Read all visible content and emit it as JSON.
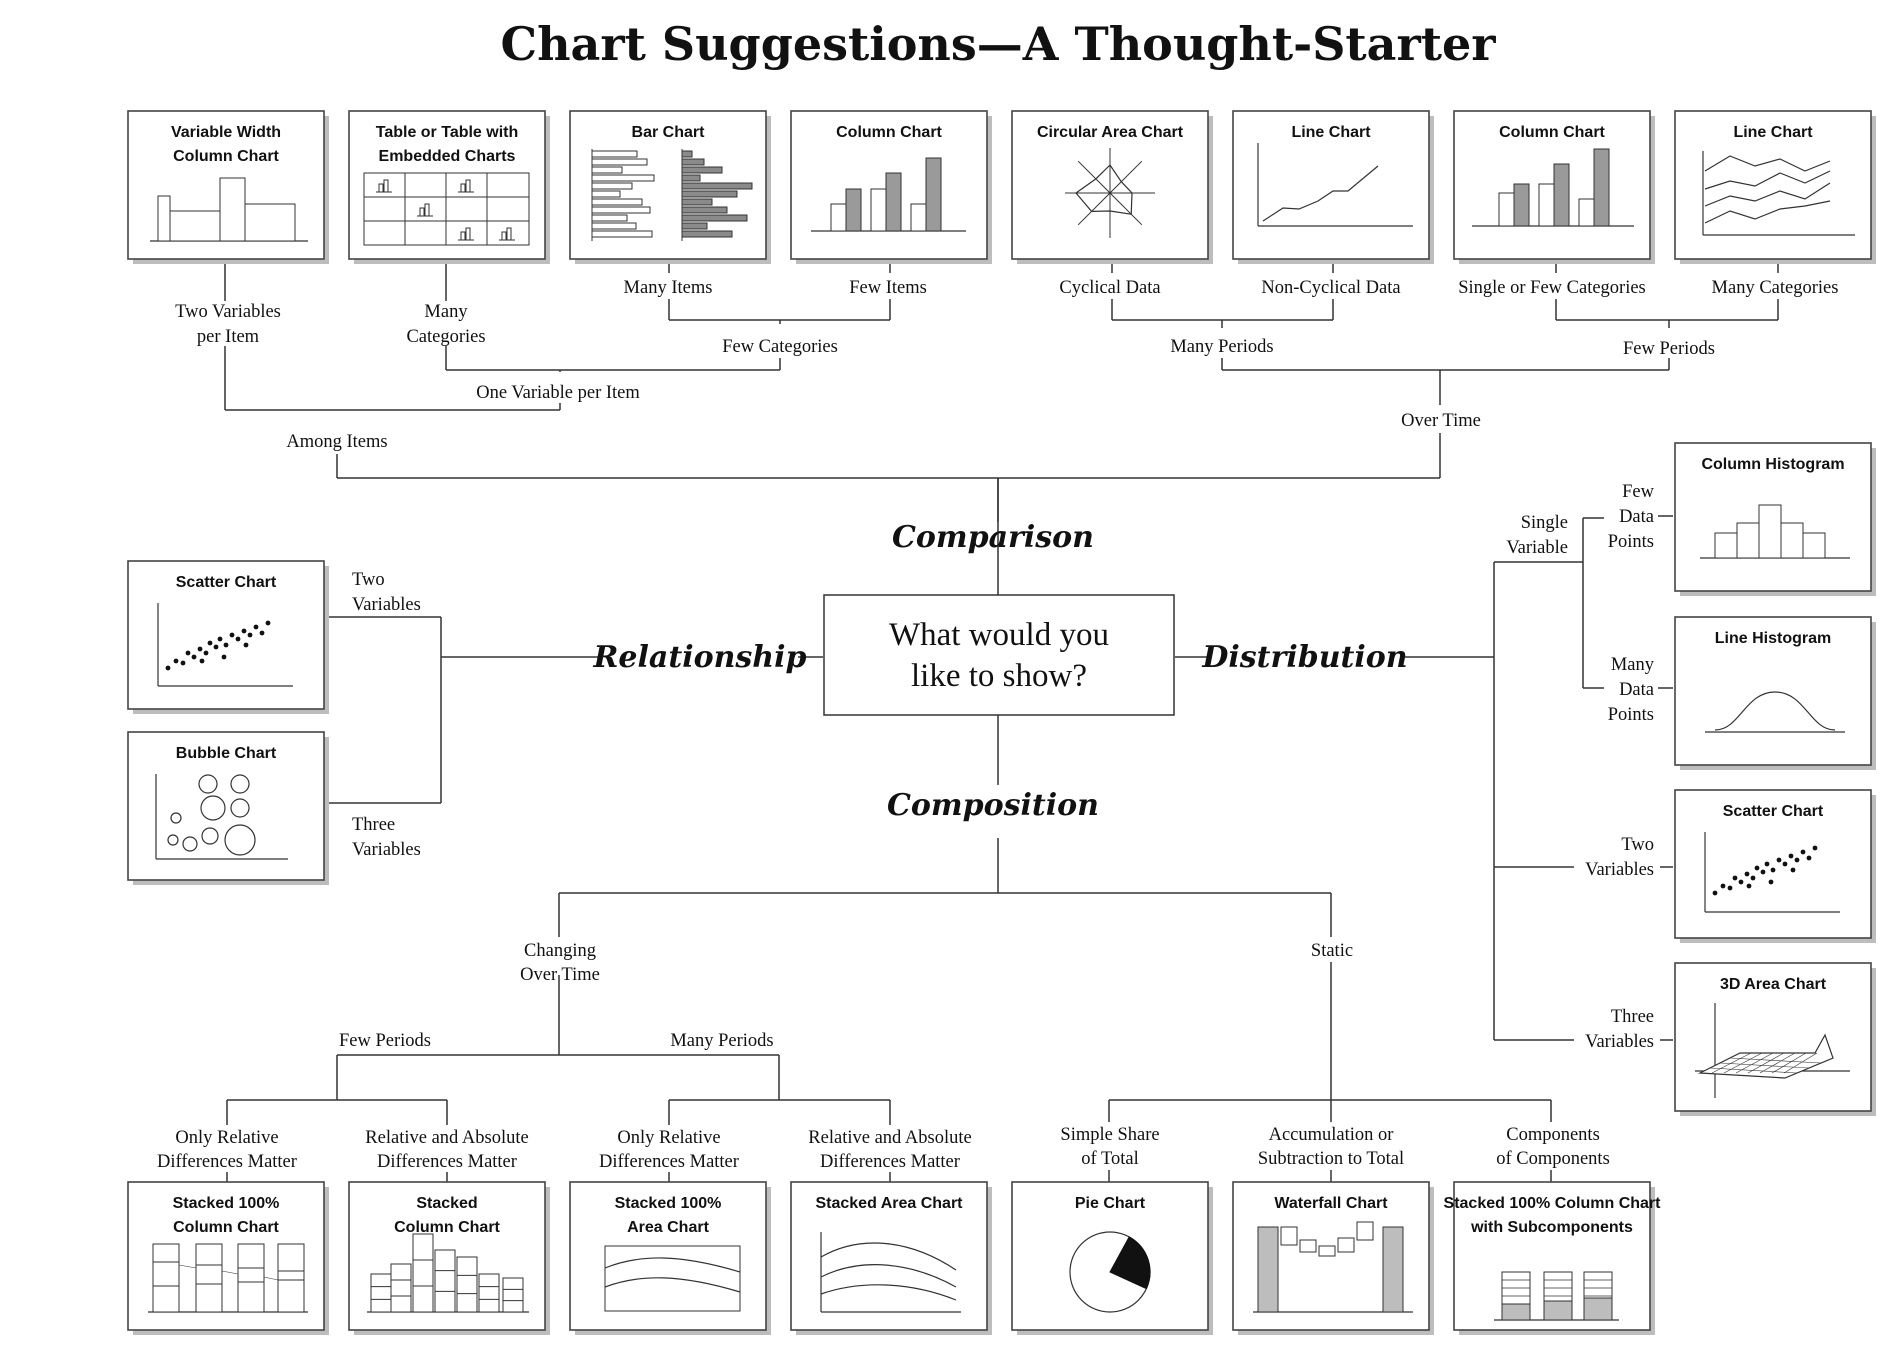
{
  "title": "Chart Suggestions—A Thought-Starter",
  "center": {
    "line1": "What would you",
    "line2": "like to show?"
  },
  "branches": {
    "comparison": "Comparison",
    "relationship": "Relationship",
    "distribution": "Distribution",
    "composition": "Composition"
  },
  "charts": {
    "variable_width_column": [
      "Variable Width",
      "Column Chart"
    ],
    "table_embedded": [
      "Table or Table with",
      "Embedded Charts"
    ],
    "bar": [
      "Bar Chart"
    ],
    "column_few_items": [
      "Column Chart"
    ],
    "circular_area": [
      "Circular Area Chart"
    ],
    "line_noncyclical": [
      "Line Chart"
    ],
    "column_time": [
      "Column Chart"
    ],
    "line_time": [
      "Line Chart"
    ],
    "scatter_rel": [
      "Scatter Chart"
    ],
    "bubble": [
      "Bubble Chart"
    ],
    "column_histogram": [
      "Column Histogram"
    ],
    "line_histogram": [
      "Line Histogram"
    ],
    "scatter_dist": [
      "Scatter Chart"
    ],
    "area_3d": [
      "3D Area Chart"
    ],
    "stacked100_column": [
      "Stacked 100%",
      "Column Chart"
    ],
    "stacked_column": [
      "Stacked",
      "Column Chart"
    ],
    "stacked100_area": [
      "Stacked 100%",
      "Area Chart"
    ],
    "stacked_area": [
      "Stacked Area Chart"
    ],
    "pie": [
      "Pie Chart"
    ],
    "waterfall": [
      "Waterfall Chart"
    ],
    "stacked100_sub": [
      "Stacked 100% Column Chart",
      "with Subcomponents"
    ]
  },
  "labels": {
    "two_variables_per_item": [
      "Two Variables",
      "per Item"
    ],
    "many_categories_left": [
      "Many",
      "Categories"
    ],
    "many_items": [
      "Many Items"
    ],
    "few_items": [
      "Few Items"
    ],
    "few_categories": [
      "Few Categories"
    ],
    "one_variable_per_item": [
      "One Variable per Item"
    ],
    "among_items": [
      "Among Items"
    ],
    "cyclical_data": [
      "Cyclical Data"
    ],
    "non_cyclical_data": [
      "Non-Cyclical Data"
    ],
    "single_few_categories": [
      "Single or Few Categories"
    ],
    "many_categories_right": [
      "Many Categories"
    ],
    "many_periods_top": [
      "Many Periods"
    ],
    "few_periods_top": [
      "Few Periods"
    ],
    "over_time": [
      "Over Time"
    ],
    "rel_two_variables": [
      "Two",
      "Variables"
    ],
    "rel_three_variables": [
      "Three",
      "Variables"
    ],
    "single_variable": [
      "Single",
      "Variable"
    ],
    "few_data_points": [
      "Few",
      "Data",
      "Points"
    ],
    "many_data_points": [
      "Many",
      "Data",
      "Points"
    ],
    "dist_two_variables": [
      "Two",
      "Variables"
    ],
    "dist_three_variables": [
      "Three",
      "Variables"
    ],
    "changing_over_time": [
      "Changing",
      "Over Time"
    ],
    "static": [
      "Static"
    ],
    "few_periods_bottom": [
      "Few Periods"
    ],
    "many_periods_bottom": [
      "Many Periods"
    ],
    "only_relative_1": [
      "Only Relative",
      "Differences Matter"
    ],
    "rel_and_abs_1": [
      "Relative and Absolute",
      "Differences Matter"
    ],
    "only_relative_2": [
      "Only Relative",
      "Differences Matter"
    ],
    "rel_and_abs_2": [
      "Relative and Absolute",
      "Differences Matter"
    ],
    "simple_share": [
      "Simple Share",
      "of Total"
    ],
    "accumulation": [
      "Accumulation or",
      "Subtraction to Total"
    ],
    "components": [
      "Components",
      "of Components"
    ]
  }
}
